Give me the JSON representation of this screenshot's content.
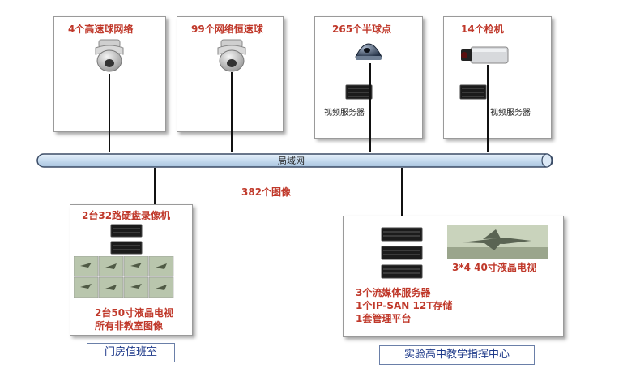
{
  "cameras": [
    {
      "label": "4个高速球网络",
      "icon": "speed-dome-camera-icon"
    },
    {
      "label": "99个网络恒速球",
      "icon": "speed-dome-camera-icon"
    },
    {
      "label": "265个半球点",
      "icon": "half-dome-camera-icon",
      "server_label": "视频服务器"
    },
    {
      "label": "14个枪机",
      "icon": "bullet-camera-icon",
      "server_label": "视频服务器"
    }
  ],
  "network": {
    "label": "局域网",
    "images": "382个图像"
  },
  "duty_room": {
    "title": "门房值班室",
    "recorder": "2台32路硬盘录像机",
    "tv_line1": "2台50寸液晶电视",
    "tv_line2": "所有非教室图像"
  },
  "center": {
    "title": "实验高中教学指挥中心",
    "tv": "3*4  40寸液晶电视",
    "line1": "3个流媒体服务器",
    "line2": "1个IP-SAN 12T存储",
    "line3": "1套管理平台"
  },
  "colors": {
    "accent": "#c0392b",
    "bus": "#cfe1f2",
    "caption": "#1e3a8a"
  }
}
